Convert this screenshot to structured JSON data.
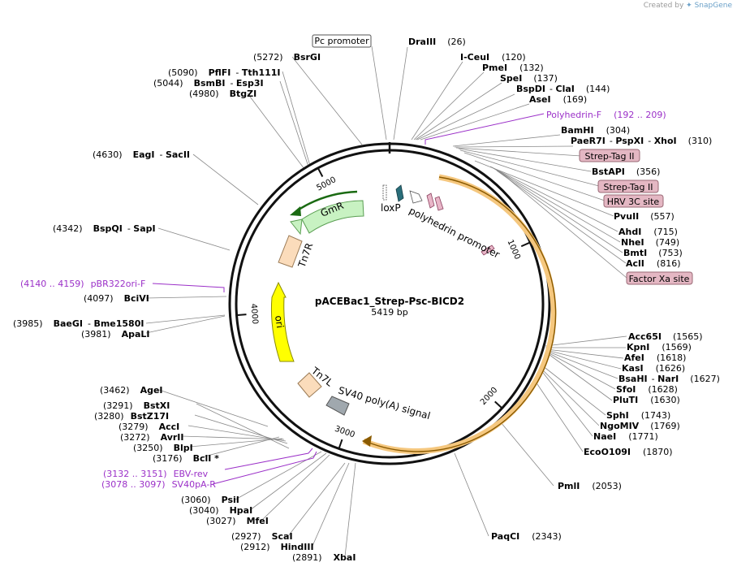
{
  "credit": {
    "prefix": "Created by",
    "brand": "SnapGene"
  },
  "plasmid": {
    "name": "pACEBac1_Strep-Psc-BICD2",
    "length": "5419 bp"
  },
  "ticks": [
    "1000",
    "2000",
    "3000",
    "4000",
    "5000"
  ],
  "features": {
    "loxP": "loxP",
    "polyhedrin_promoter": "polyhedrin promoter",
    "GmR": "GmR",
    "Tn7R": "Tn7R",
    "ori": "ori",
    "Tn7L": "Tn7L",
    "sv40": "SV40 poly(A) signal"
  },
  "boxes": {
    "pc_promoter": "Pc promoter",
    "strep1": "Strep-Tag II",
    "strep2": "Strep-Tag II",
    "hrv": "HRV 3C site",
    "factorxa": "Factor Xa site"
  },
  "sites": [
    {
      "n": "DraIII",
      "p": "(26)"
    },
    {
      "n": "I-CeuI",
      "p": "(120)"
    },
    {
      "n": "PmeI",
      "p": "(132)"
    },
    {
      "n": "SpeI",
      "p": "(137)"
    },
    {
      "n": "BspDI",
      "n2": "ClaI",
      "p": "(144)"
    },
    {
      "n": "AseI",
      "p": "(169)"
    },
    {
      "n": "Polyhedrin-F",
      "p": "(192 .. 209)"
    },
    {
      "n": "BamHI",
      "p": "(304)"
    },
    {
      "n": "PaeR7I",
      "n2": "PspXI",
      "n3": "XhoI",
      "p": "(310)"
    },
    {
      "n": "BstAPI",
      "p": "(356)"
    },
    {
      "n": "PvuII",
      "p": "(557)"
    },
    {
      "n": "AhdI",
      "p": "(715)"
    },
    {
      "n": "NheI",
      "p": "(749)"
    },
    {
      "n": "BmtI",
      "p": "(753)"
    },
    {
      "n": "AclI",
      "p": "(816)"
    },
    {
      "n": "Acc65I",
      "p": "(1565)"
    },
    {
      "n": "KpnI",
      "p": "(1569)"
    },
    {
      "n": "AfeI",
      "p": "(1618)"
    },
    {
      "n": "KasI",
      "p": "(1626)"
    },
    {
      "n": "BsaHI",
      "n2": "NarI",
      "p": "(1627)"
    },
    {
      "n": "SfoI",
      "p": "(1628)"
    },
    {
      "n": "PluTI",
      "p": "(1630)"
    },
    {
      "n": "SphI",
      "p": "(1743)"
    },
    {
      "n": "NgoMIV",
      "p": "(1769)"
    },
    {
      "n": "NaeI",
      "p": "(1771)"
    },
    {
      "n": "EcoO109I",
      "p": "(1870)"
    },
    {
      "n": "PmlI",
      "p": "(2053)"
    },
    {
      "n": "PaqCI",
      "p": "(2343)"
    },
    {
      "n": "XbaI",
      "p": "(2891)"
    },
    {
      "n": "HindIII",
      "p": "(2912)"
    },
    {
      "n": "ScaI",
      "p": "(2927)"
    },
    {
      "n": "MfeI",
      "p": "(3027)"
    },
    {
      "n": "HpaI",
      "p": "(3040)"
    },
    {
      "n": "PsiI",
      "p": "(3060)"
    },
    {
      "n": "SV40pA-R",
      "p": "(3078 .. 3097)"
    },
    {
      "n": "EBV-rev",
      "p": "(3132 .. 3151)"
    },
    {
      "n": "BclI *",
      "p": "(3176)"
    },
    {
      "n": "BlpI",
      "p": "(3250)"
    },
    {
      "n": "AvrII",
      "p": "(3272)"
    },
    {
      "n": "AccI",
      "p": "(3279)"
    },
    {
      "n": "BstZ17I",
      "p": "(3280)"
    },
    {
      "n": "BstXI",
      "p": "(3291)"
    },
    {
      "n": "AgeI",
      "p": "(3462)"
    },
    {
      "n": "ApaLI",
      "p": "(3981)"
    },
    {
      "n": "BaeGI",
      "n2": "Bme1580I",
      "p": "(3985)"
    },
    {
      "n": "BciVI",
      "p": "(4097)"
    },
    {
      "n": "pBR322ori-F",
      "p": "(4140 .. 4159)"
    },
    {
      "n": "BspQI",
      "n2": "SapI",
      "p": "(4342)"
    },
    {
      "n": "EagI",
      "n2": "SacII",
      "p": "(4630)"
    },
    {
      "n": "BtgZI",
      "p": "(4980)"
    },
    {
      "n": "BsmBI",
      "n2": "Esp3I",
      "p": "(5044)"
    },
    {
      "n": "PflFI",
      "n2": "Tth111I",
      "p": "(5090)"
    },
    {
      "n": "BsrGI",
      "p": "(5272)"
    }
  ]
}
